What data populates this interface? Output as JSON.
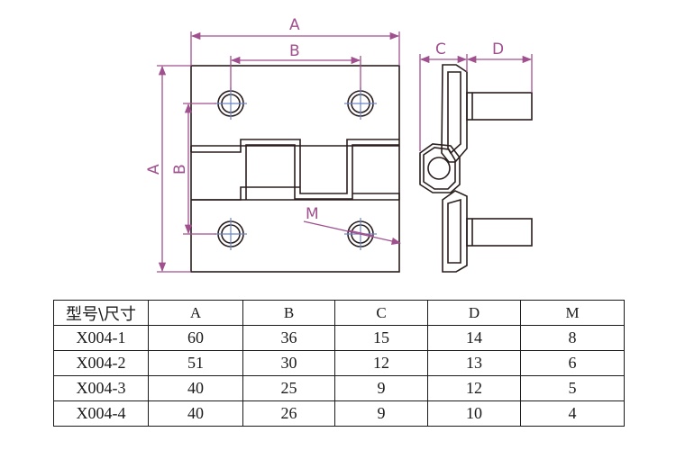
{
  "colors": {
    "outline": "#2a1d1d",
    "dimension": "#a0508e",
    "centerline": "#6f86c7"
  },
  "drawing": {
    "front_dim_A": "A",
    "front_dim_B": "B",
    "side_dim_A": "A",
    "side_dim_B": "B",
    "dim_C": "C",
    "dim_D": "D",
    "dim_M": "M"
  },
  "table": {
    "headers": [
      "型号\\尺寸",
      "A",
      "B",
      "C",
      "D",
      "M"
    ],
    "rows": [
      [
        "X004-1",
        "60",
        "36",
        "15",
        "14",
        "8"
      ],
      [
        "X004-2",
        "51",
        "30",
        "12",
        "13",
        "6"
      ],
      [
        "X004-3",
        "40",
        "25",
        "9",
        "12",
        "5"
      ],
      [
        "X004-4",
        "40",
        "26",
        "9",
        "10",
        "4"
      ]
    ]
  }
}
